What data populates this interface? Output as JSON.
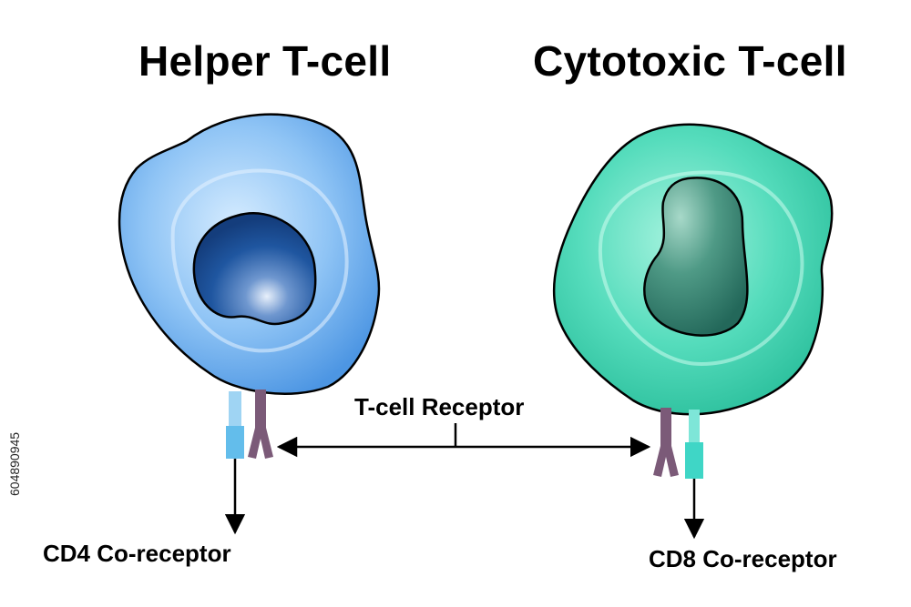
{
  "cells": {
    "left_title": "Helper T-cell",
    "right_title": "Cytotoxic T-cell"
  },
  "labels": {
    "receptor": "T-cell Receptor",
    "cd4": "CD4 Co-receptor",
    "cd8": "CD8 Co-receptor"
  },
  "watermark": {
    "stock_id": "604890945"
  },
  "colors": {
    "helper_cell": "#7ab8f0",
    "helper_nucleus": "#1a4f96",
    "cytotoxic_cell": "#3fd1b0",
    "cytotoxic_nucleus": "#2e7a6a",
    "tcr": "#7b5a78",
    "cd4": "#6fc1ee",
    "cd8": "#3fd6c6"
  }
}
